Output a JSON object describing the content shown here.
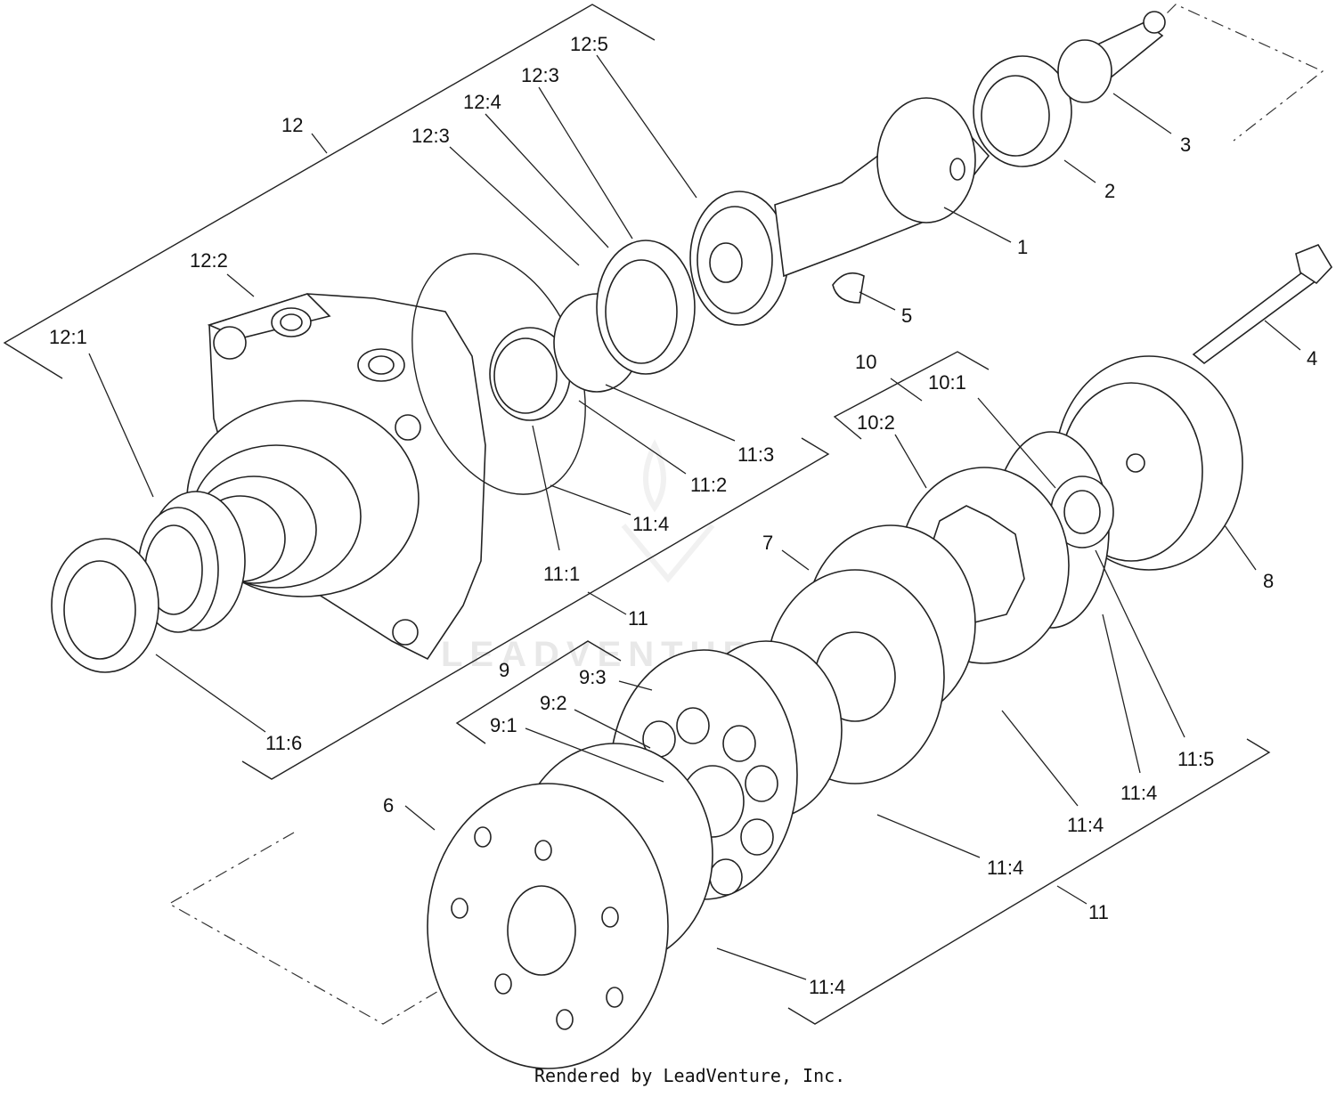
{
  "callouts": {
    "c1": "1",
    "c2": "2",
    "c3": "3",
    "c4": "4",
    "c5": "5",
    "c6": "6",
    "c7": "7",
    "c8": "8",
    "c9": "9",
    "c9_1": "9:1",
    "c9_2": "9:2",
    "c9_3": "9:3",
    "c10": "10",
    "c10_1": "10:1",
    "c10_2": "10:2",
    "c11_lower": "11",
    "c11_right": "11",
    "c11_1": "11:1",
    "c11_2": "11:2",
    "c11_3": "11:3",
    "c11_4_a": "11:4",
    "c11_4_b": "11:4",
    "c11_4_c": "11:4",
    "c11_4_d": "11:4",
    "c11_4_e": "11:4",
    "c11_5": "11:5",
    "c11_6": "11:6",
    "c12": "12",
    "c12_1": "12:1",
    "c12_2": "12:2",
    "c12_3_a": "12:3",
    "c12_3_b": "12:3",
    "c12_4": "12:4",
    "c12_5": "12:5"
  },
  "watermark": "LEADVENTURE",
  "footer": "Rendered by LeadVenture, Inc."
}
